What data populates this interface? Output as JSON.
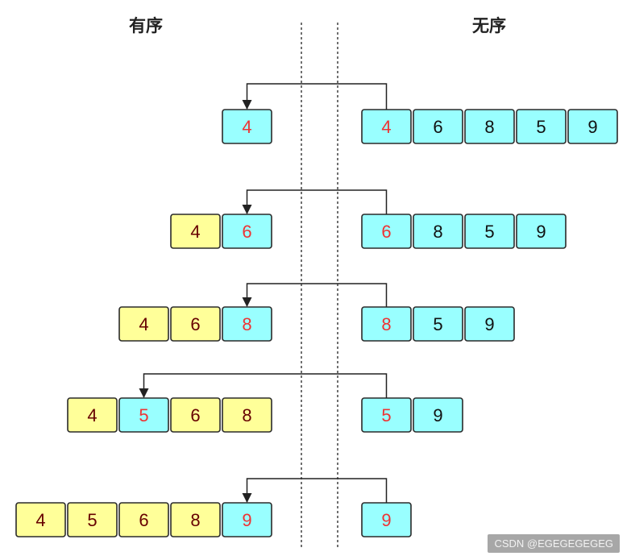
{
  "headers": {
    "sorted": "有序",
    "unsorted": "无序"
  },
  "colors": {
    "sorted_fill": "#ffff99",
    "current_fill": "#99ffff",
    "border": "#2a2a2a",
    "highlight_text": "#ee3333",
    "normal_text": "#111111",
    "sorted_text": "#660000"
  },
  "steps": [
    {
      "sorted": [],
      "inserted": "4",
      "unsorted": [
        "4",
        "6",
        "8",
        "5",
        "9"
      ]
    },
    {
      "sorted": [
        "4"
      ],
      "inserted": "6",
      "unsorted": [
        "6",
        "8",
        "5",
        "9"
      ]
    },
    {
      "sorted": [
        "4",
        "6"
      ],
      "inserted": "8",
      "unsorted": [
        "8",
        "5",
        "9"
      ]
    },
    {
      "sorted": [
        "4",
        "6",
        "8"
      ],
      "inserted": "5",
      "insert_index": 1,
      "unsorted": [
        "5",
        "9"
      ]
    },
    {
      "sorted": [
        "4",
        "5",
        "6",
        "8"
      ],
      "inserted": "9",
      "unsorted": [
        "9"
      ]
    }
  ],
  "watermark": "CSDN @EGEGEGEGEG"
}
